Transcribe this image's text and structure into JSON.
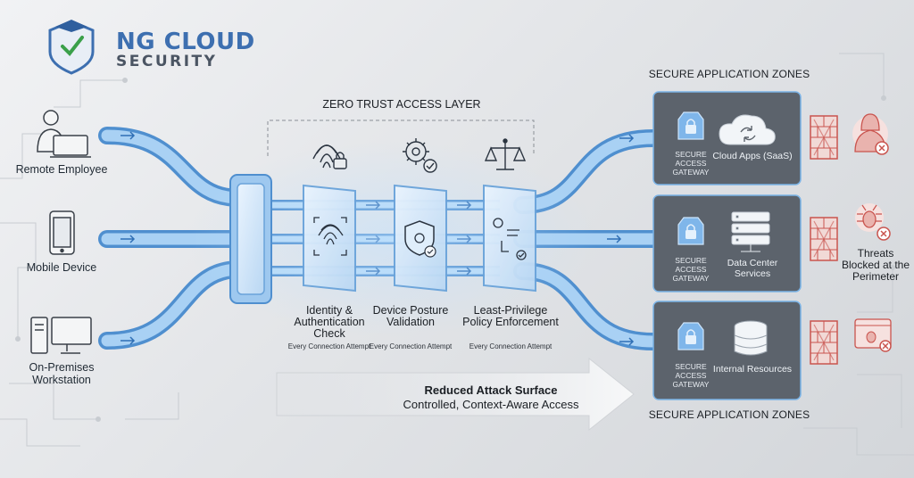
{
  "brand": {
    "line1": "NG CLOUD",
    "line2": "SECURITY"
  },
  "layer_title": "ZERO TRUST ACCESS LAYER",
  "sources": [
    {
      "label": "Remote Employee",
      "icon": "user-laptop-icon"
    },
    {
      "label": "Mobile Device",
      "icon": "smartphone-icon"
    },
    {
      "label": "On-Premises Workstation",
      "icon": "desktop-computer-icon"
    }
  ],
  "checks": [
    {
      "title": "Identity & Authentication Check",
      "subtitle": "Every Connection Attempt",
      "icon": "fingerprint-lock-icon"
    },
    {
      "title": "Device Posture Validation",
      "subtitle": "Every Connection Attempt",
      "icon": "gear-check-icon"
    },
    {
      "title": "Least-Privilege Policy Enforcement",
      "subtitle": "Every Connection Attempt",
      "icon": "balance-scale-icon"
    }
  ],
  "zones": {
    "header_top": "SECURE APPLICATION ZONES",
    "header_bottom": "SECURE APPLICATION ZONES",
    "gateway_label": "SECURE ACCESS GATEWAY",
    "items": [
      {
        "service": "Cloud Apps (SaaS)",
        "icon": "cloud-sync-icon"
      },
      {
        "service": "Data Center Services",
        "icon": "server-rack-icon"
      },
      {
        "service": "Internal Resources",
        "icon": "database-icon"
      }
    ]
  },
  "threats": {
    "label": "Threats Blocked at the Perimeter"
  },
  "surface": {
    "line1": "Reduced Attack Surface",
    "line2": "Controlled, Context-Aware Access"
  },
  "colors": {
    "pipe": "#8fbfea",
    "pipe_dark": "#4f8fcf",
    "panel": "#5c636c",
    "threat": "#d9534f",
    "logo_blue": "#3d6fb0"
  }
}
